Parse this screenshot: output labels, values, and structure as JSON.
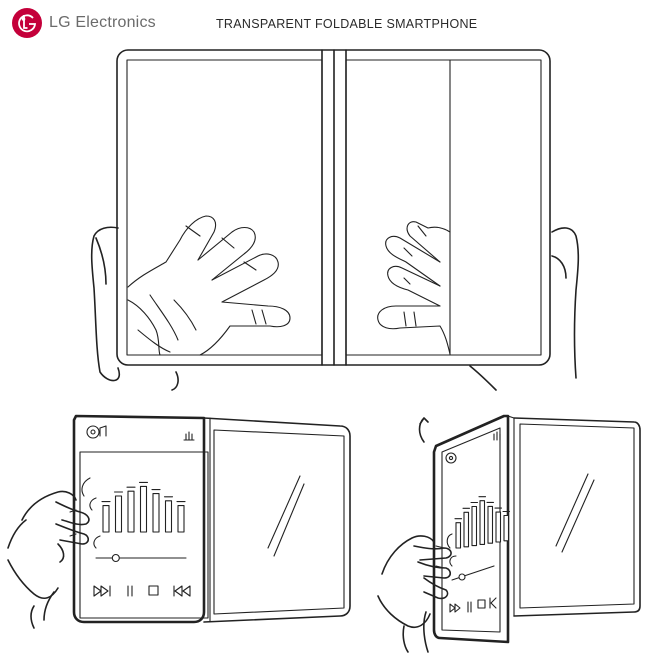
{
  "header": {
    "brand": "LG Electronics",
    "title": "TRANSPARENT FOLDABLE SMARTPHONE"
  },
  "colors": {
    "brand_red": "#c4003a",
    "brand_text": "#6b6b6b",
    "line_art": "#222222"
  },
  "figures": [
    {
      "name": "unfolded-front-view"
    },
    {
      "name": "unfolded-music-player-view"
    },
    {
      "name": "partially-folded-view"
    }
  ],
  "music_player": {
    "equalizer_levels": [
      0.55,
      0.75,
      0.85,
      0.95,
      0.8,
      0.65,
      0.55
    ],
    "progress": 0.22,
    "controls": [
      "play-pause-icon",
      "pause-icon",
      "stop-icon",
      "rewind-icon"
    ]
  }
}
